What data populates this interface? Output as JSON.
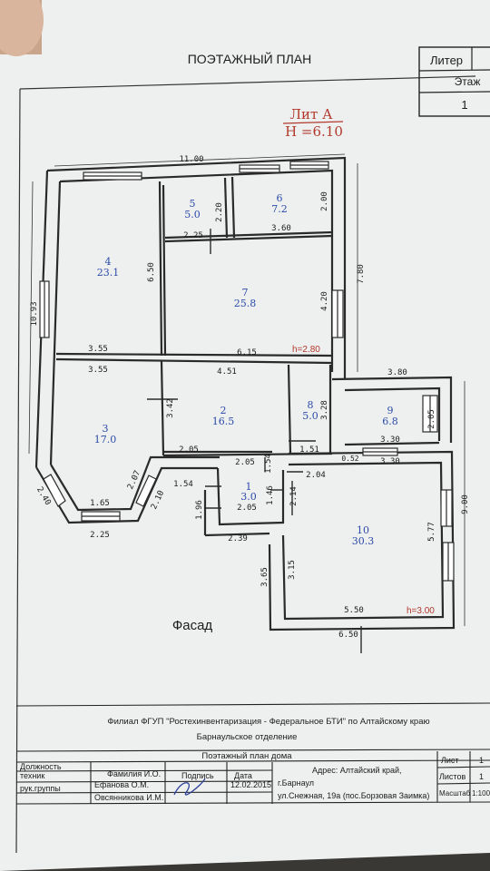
{
  "header": {
    "title": "ПОЭТАЖНЫЙ ПЛАН",
    "liter_label": "Литер",
    "floor_label": "Этаж",
    "floor_value": "1"
  },
  "building": {
    "lit": "Лит А",
    "height": "Н =6.10"
  },
  "rooms": [
    {
      "num": "1",
      "area": "3.0"
    },
    {
      "num": "2",
      "area": "16.5"
    },
    {
      "num": "3",
      "area": "17.0"
    },
    {
      "num": "4",
      "area": "23.1"
    },
    {
      "num": "5",
      "area": "5.0"
    },
    {
      "num": "6",
      "area": "7.2"
    },
    {
      "num": "7",
      "area": "25.8"
    },
    {
      "num": "8",
      "area": "5.0"
    },
    {
      "num": "9",
      "area": "6.8"
    },
    {
      "num": "10",
      "area": "30.3"
    }
  ],
  "ceiling_heights": {
    "main": "h=2.80",
    "annex": "h=3.00"
  },
  "dimensions": {
    "top": "11.00",
    "left": "10.93",
    "right": "7.80",
    "annex_right": "9.00",
    "d_2_25a": "2.25",
    "d_2_20": "2.20",
    "d_2_00": "2.00",
    "d_3_60": "3.60",
    "d_6_50": "6.50",
    "d_4_20": "4.20",
    "d_3_55a": "3.55",
    "d_3_55b": "3.55",
    "d_6_15": "6.15",
    "d_4_51": "4.51",
    "d_3_80": "3.80",
    "d_3_42": "3.42",
    "d_3_28": "3.28",
    "d_2_05a": "2.05",
    "d_1_51": "1.51",
    "d_3_30a": "3.30",
    "d_3_30b": "3.30",
    "d_2_05b": "2.05",
    "d_0_52": "0.52",
    "d_2_04": "2.04",
    "d_1_54a": "1.54",
    "d_1_54b": "1.54",
    "d_1_46": "1.46",
    "d_2_40": "2.40",
    "d_2_07": "2.07",
    "d_2_10": "2.10",
    "d_1_65": "1.65",
    "d_1_96": "1.96",
    "d_2_05c": "2.05",
    "d_2_14": "2.14",
    "d_2_25b": "2.25",
    "d_2_39": "2.39",
    "d_3_65": "3.65",
    "d_3_15": "3.15",
    "d_5_77": "5.77",
    "d_5_50": "5.50",
    "d_6_50b": "6.50",
    "d_2_05d": "2.05"
  },
  "facade_label": "Фасад",
  "title_block": {
    "org_line1": "Филиал ФГУП \"Ростехинвентаризация - Федеральное БТИ\" по Алтайскому краю",
    "org_line2": "Барнаульское отделение",
    "doc_name": "Поэтажный план дома",
    "col_role": "Должность",
    "col_name": "Фамилия И.О.",
    "col_sign": "Подпись",
    "col_date": "Дата",
    "role1": "техник",
    "name1": "Ефанова О.М.",
    "date1": "12.02.2015",
    "role2": "рук.группы",
    "name2": "Овсянникова И.М.",
    "address_l1": "Адрес: Алтайский край,",
    "address_l2": "г.Барнаул",
    "address_l3": "ул.Снежная, 19а (пос.Борзовая Заимка)",
    "sheet_label": "Лист",
    "sheet_value": "1",
    "sheets_label": "Листов",
    "sheets_value": "1",
    "scale_label": "Масштаб",
    "scale_value": "1:100"
  }
}
